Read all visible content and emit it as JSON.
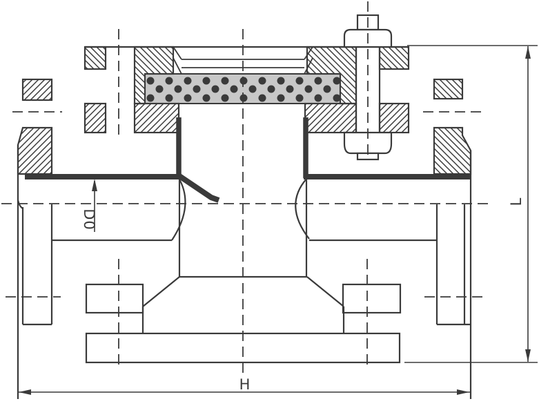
{
  "drawing": {
    "dimension_labels": {
      "bore": "D0",
      "width": "H",
      "height": "L"
    },
    "colors": {
      "line": "#3a3a3a",
      "filter_fill": "#c8c8c8",
      "filter_dot": "#3a3a3a",
      "background": "#ffffff"
    }
  }
}
